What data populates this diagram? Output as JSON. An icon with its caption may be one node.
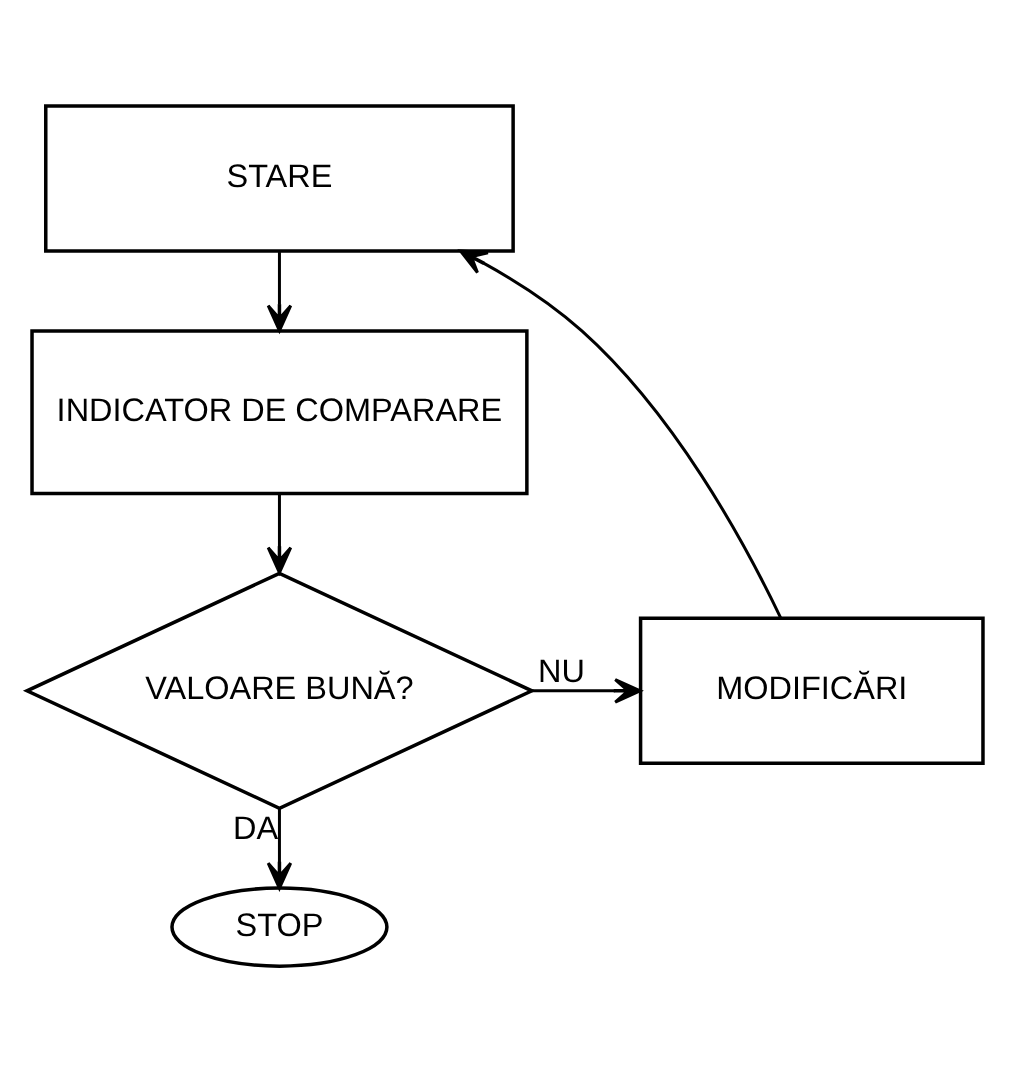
{
  "diagram": {
    "nodes": [
      {
        "text": [
          "STARE"
        ]
      },
      {
        "text": [
          "INDICATOR DE COMPARARE"
        ]
      },
      {
        "text": [
          "VALOARE BUNĂ?"
        ]
      },
      {
        "text": [
          "MODIFICĂRI"
        ]
      },
      {
        "text": [
          "STOP"
        ]
      }
    ],
    "edges": [
      {
        "from": 0,
        "to": 1,
        "arrow": "to"
      },
      {
        "from": 1,
        "to": 2,
        "arrow": "to"
      },
      {
        "from": 2,
        "to": 3,
        "arrow": "to",
        "label": "NU"
      },
      {
        "from": 2,
        "to": 4,
        "arrow": "to",
        "label": "DA"
      },
      {
        "from": 3,
        "to": 0,
        "arrow": "to"
      }
    ]
  }
}
